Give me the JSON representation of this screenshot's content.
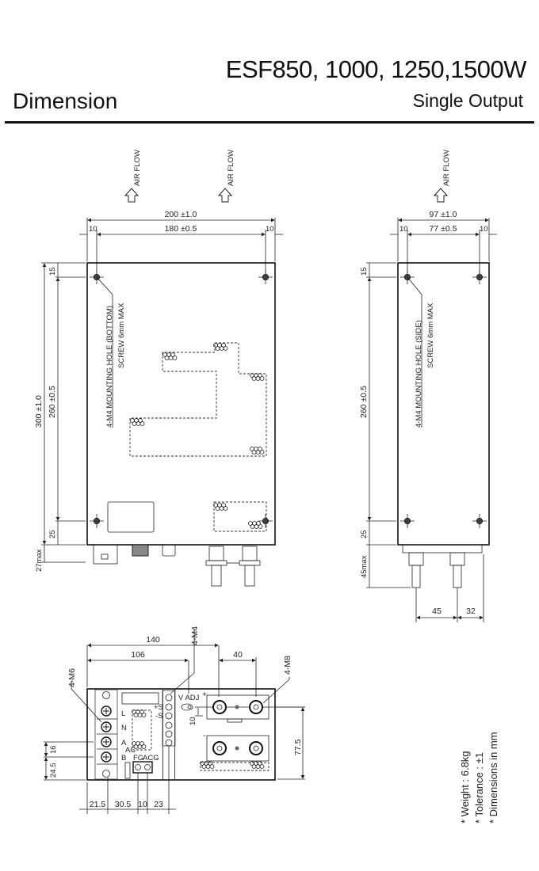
{
  "header": {
    "title": "ESF850, 1000, 1250,1500W",
    "subtitle": "Single Output",
    "heading": "Dimension"
  },
  "top_view": {
    "airflow": "AIR FLOW",
    "width_total": "200 ±1.0",
    "width_inner": "180 ±0.5",
    "margin_left": "10",
    "margin_right": "10",
    "height_total": "300 ±1.0",
    "height_inner": "260 ±0.5",
    "top_offset": "15",
    "bottom_offset": "25",
    "terminal_depth": "27max",
    "mounting_note_1": "4-M4 MOUNTING HOLE (BOTTOM)",
    "mounting_note_2": "SCREW 6mm MAX"
  },
  "side_view": {
    "airflow": "AIR FLOW",
    "width_total": "97 ±1.0",
    "width_inner": "77 ±0.5",
    "margin_left": "10",
    "margin_right": "10",
    "height_inner": "260 ±0.5",
    "top_offset": "15",
    "bottom_offset": "25",
    "terminal_depth": "45max",
    "terminal_spacing_1": "45",
    "terminal_spacing_2": "32",
    "mounting_note_1": "4-M4 MOUNTING HOLE (SIDE)",
    "mounting_note_2": "SCREW 6mm MAX"
  },
  "front_view": {
    "dim_140": "140",
    "dim_106": "106",
    "dim_40": "40",
    "dim_77_5": "77.5",
    "dim_10": "10",
    "dim_16": "16",
    "dim_24_5": "24.5",
    "bottom_dims": [
      "21.5",
      "30.5",
      "10",
      "23"
    ],
    "label_m6": "4-M6",
    "label_m4": "4-M4",
    "label_m8": "4-M8",
    "vadj": "V ADJ",
    "plus_s": "+S",
    "minus_s": "-S",
    "plus": "+",
    "minus": "-",
    "term_l": "L",
    "term_n": "N",
    "term_a": "A",
    "term_ac": "AC",
    "term_b": "B",
    "fg": "FG",
    "acg": "ACG"
  },
  "notes": [
    "* Weight : 6.8kg",
    "* Tolerance : ±1",
    "* Dimensions in mm"
  ]
}
